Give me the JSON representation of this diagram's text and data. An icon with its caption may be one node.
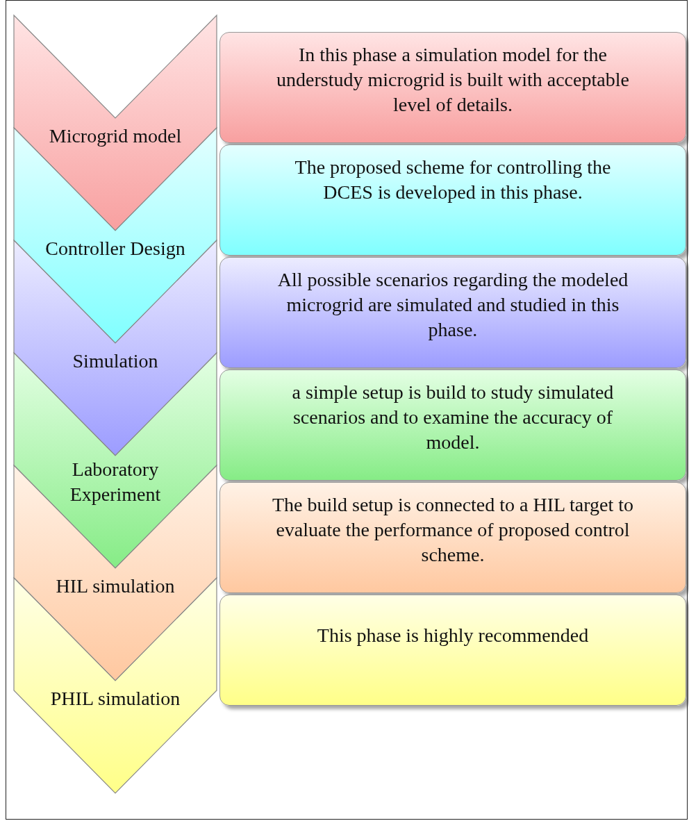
{
  "diagram": {
    "nodes": [
      {
        "text": [
          "Microgrid model"
        ]
      },
      {
        "text": [
          "In this phase a simulation model for the understudy microgrid is built with acceptable level of details."
        ]
      },
      {
        "text": [
          "Controller Design"
        ]
      },
      {
        "text": [
          "The proposed scheme for controlling the DCES is developed in this phase."
        ]
      },
      {
        "text": [
          "Simulation"
        ]
      },
      {
        "text": [
          "All possible scenarios regarding the modeled microgrid are simulated and studied in this phase."
        ]
      },
      {
        "text": [
          "Laboratory Experiment"
        ]
      },
      {
        "text": [
          "a simple setup is build to study simulated scenarios and to examine the accuracy of model."
        ]
      },
      {
        "text": [
          "HIL simulation"
        ]
      },
      {
        "text": [
          "The build setup is connected to a HIL target to evaluate the performance of proposed control scheme."
        ]
      },
      {
        "text": [
          "PHIL simulation"
        ]
      },
      {
        "text": [
          "This phase is highly recommended"
        ]
      }
    ]
  }
}
